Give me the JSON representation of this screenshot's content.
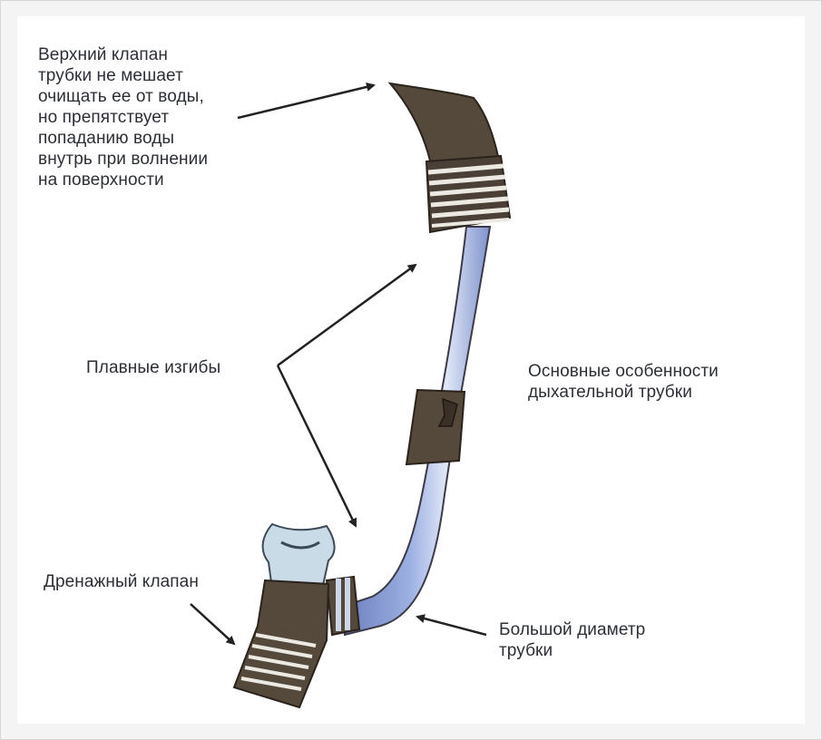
{
  "labels": {
    "top_valve": "Верхний клапан\nтрубки не мешает\nочищать ее от воды,\nно препятствует\nпопаданию воды\nвнутрь при волнении\nна поверхности",
    "smooth_bends": "Плавные изгибы",
    "main_features": "Основные особенности\nдыхательной трубки",
    "drain_valve": "Дренажный клапан",
    "large_diameter": "Большой диаметр\nтрубки"
  },
  "colors": {
    "tube_blue": "#8fa3d8",
    "tube_highlight": "#dfe7f7",
    "rubber_dark": "#55493c",
    "ring_light": "#ece9e2",
    "mouthpiece": "#c9dbe6",
    "arrow": "#222222",
    "text": "#2c2f36"
  }
}
